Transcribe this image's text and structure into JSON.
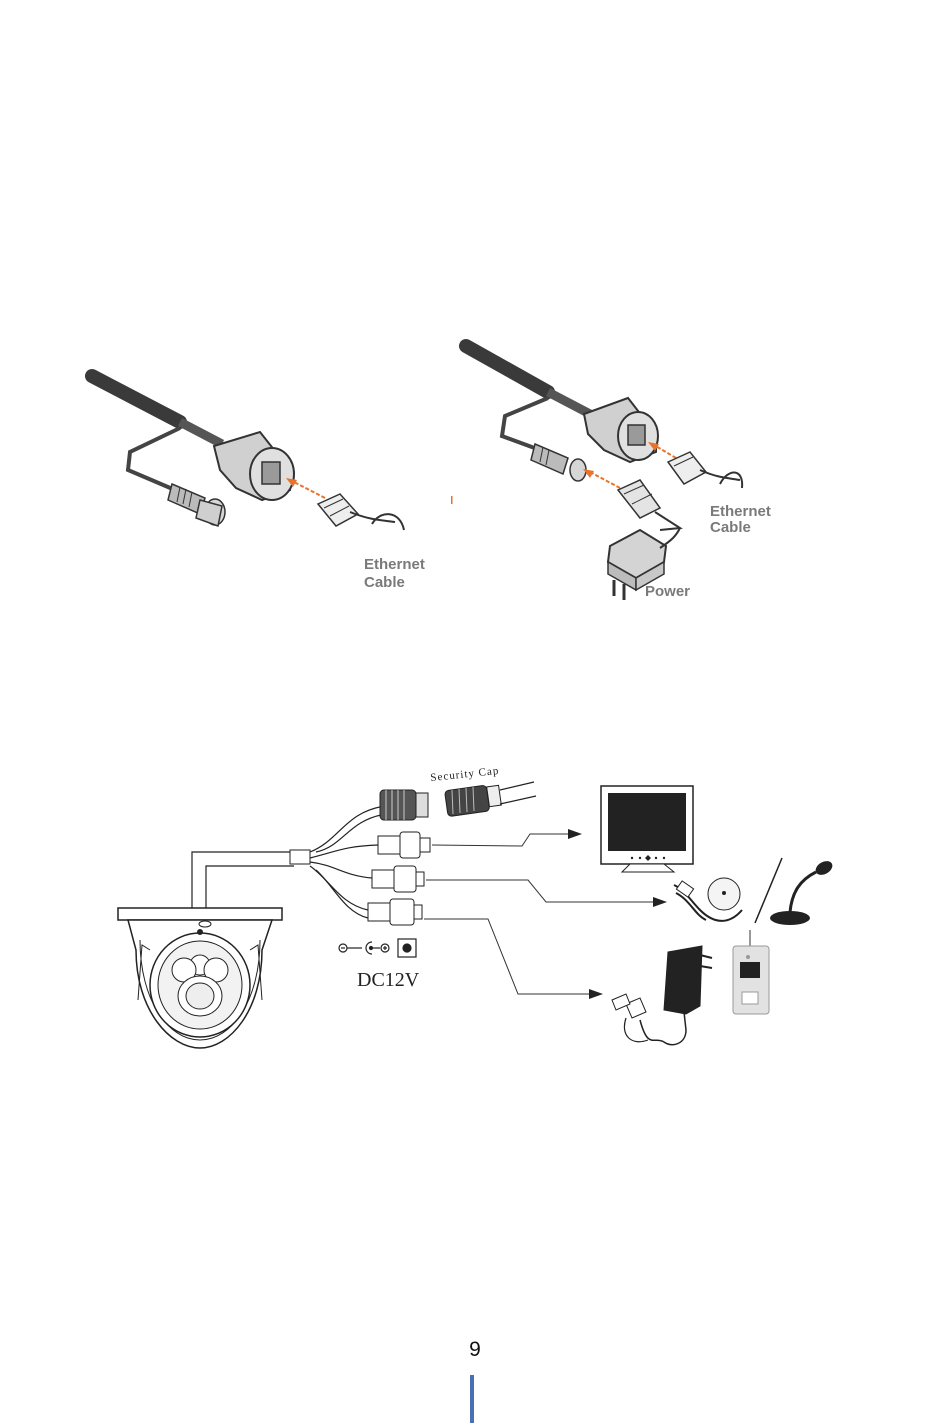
{
  "figure_top": {
    "left_label": "Ethernet\nCable",
    "right_ethernet_label": "Ethernet\nCable",
    "right_power_label": "Power",
    "arrow_color": "#e8742c"
  },
  "figure_bottom": {
    "security_cap_label": "Security Cap",
    "dc_label": "DC12V"
  },
  "footer": {
    "page_number": "9",
    "rule_color": "#4a6fb5"
  }
}
